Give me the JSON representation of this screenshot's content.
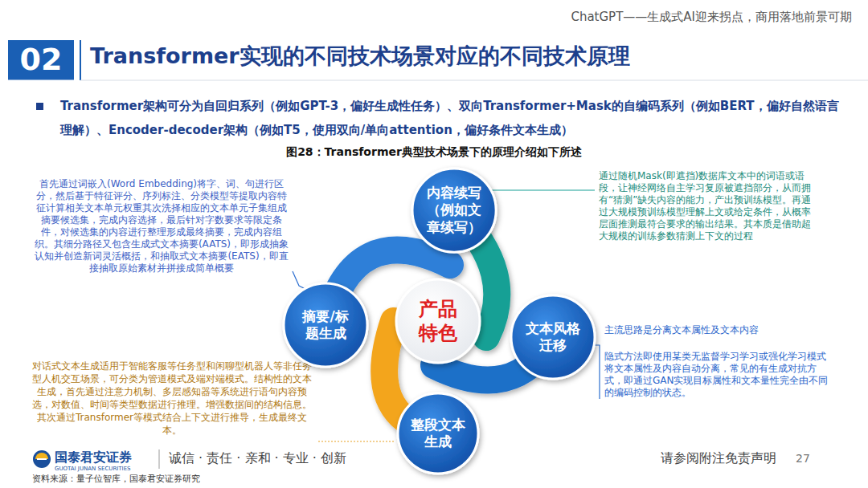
{
  "diagram": {
    "title": "Transformer实现的不同技术场景对应的不同技术原理",
    "caption": "图28：Transformer典型技术场景下的原理介绍如下所述",
    "nodes": [
      {
        "text": [
          "02"
        ]
      },
      {
        "text": [
          "内容续写（例如文章续写）"
        ]
      },
      {
        "text": [
          "摘要/标题生成"
        ]
      },
      {
        "text": [
          "产品特色"
        ]
      },
      {
        "text": [
          "文本风格迁移"
        ]
      },
      {
        "text": [
          "整段文本生成"
        ]
      }
    ],
    "labels": [
      "ChatGPT——生成式AI迎来拐点，商用落地前景可期",
      "Transformer架构可分为自回归系列（例如GPT-3，偏好生成性任务）、双向Transformer+Mask的自编码系列（例如BERT，偏好自然语言理解）、Encoder-decoder架构（例如T5，使用双向/单向attention，偏好条件文本生成）",
      "首先通过词嵌入(Word Embedding)将字、词、句进行区分，然后基于特征评分、序列标注、分类模型等提取内容特征计算相关文本单元权重其次洗择相应的文本单元子集组成摘要候选集，完成内容选择，最后针对字数要求等限定条件，对候选集的内容进行整理形成最终摘要，完成内容组织。其细分路径又包含生成式文本摘要(AATS)，即形成抽象认知并创造新词灵活概括，和抽取式文本摘要(EATS)，即直接抽取原始素材并拼接成简单概要",
      "通过随机Mask(即遮挡)数据库文本中的词语或语段，让神经网络自主学习复原被遮挡部分，从而拥有“猜测”缺失内容的能力，产出预训练模型。再通过大规模预训练模型理解上文或给定条件，从概率层面推测最符合要求的输出结果。其本质是借助超大规模的训练参数猜测上下文的过程",
      "主流思路是分离文本属性及文本内容",
      "隐式方法即使用某类无监督学习学习或强化学习模式将文本属性及内容自动分离，常见的有生成对抗方式，即通过GAN实现目标属性和文本量性完全由不同的编码控制的状态。",
      "对话式文本生成适用于智能客服等任务型和闲聊型机器人等非任务型人机交互场景，可分类为管道模式及端对端模式。结构性的文本生成，首先通过注意力机制、多层感知器等系统进行语句内容预选，对数值、时间等类型数据进行推理。增强数据间的结构信息。其次通过Transformer等模式结合上下文进行推导，生成最终文本。",
      "国泰君安证券",
      "GUOTAI JUNAN SECURITIES",
      "诚信 · 责任 · 亲和 · 专业 · 创新",
      "请参阅附注免责声明",
      "27",
      "资料来源：量子位智库，国泰君安证券研究"
    ]
  }
}
